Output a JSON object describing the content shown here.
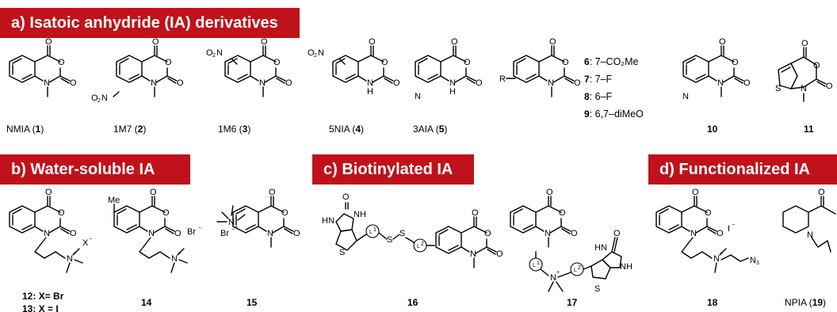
{
  "sections": {
    "a": "a) Isatoic anhydride (IA) derivatives",
    "b": "b) Water-soluble IA",
    "c": "c) Biotinylated IA",
    "d": "d) Functionalized IA"
  },
  "labels": {
    "c1_name": "NMIA (",
    "c1_num": "1",
    "c2_name": "1M7 (",
    "c2_num": "2",
    "c3_name": "1M6 (",
    "c3_num": "3",
    "c4_name": "5NIA (",
    "c4_num": "4",
    "c5_name": "3AIA (",
    "c5_num": "5",
    "c10": "10",
    "c11": "11",
    "c12_num": "12",
    "c12_text": ": X= Br",
    "c13_num": "13",
    "c13_text": ": X = I",
    "c14": "14",
    "c15": "15",
    "c16": "16",
    "c17": "17",
    "c18": "18",
    "c19_name": "NPIA (",
    "c19_num": "19",
    "close": ")"
  },
  "substituents": [
    {
      "num": "6",
      "text": ": 7–CO₂Me"
    },
    {
      "num": "7",
      "text": ": 7–F"
    },
    {
      "num": "8",
      "text": ": 6–F"
    },
    {
      "num": "9",
      "text": ": 6,7–diMeO"
    }
  ],
  "atoms": {
    "O": "O",
    "N": "N",
    "NH": "N",
    "H": "H",
    "R": "R",
    "S": "S",
    "Me": "Me",
    "X": "X",
    "Br": "Br",
    "I": "I",
    "HN": "HN",
    "nh": "NH",
    "O2N": "O",
    "two": "2",
    "N3": "N",
    "three": "3",
    "minus": "−",
    "plus": "+"
  },
  "ring_labels": {
    "L1": "L",
    "L2": "L",
    "one": "1",
    "two": "2"
  }
}
